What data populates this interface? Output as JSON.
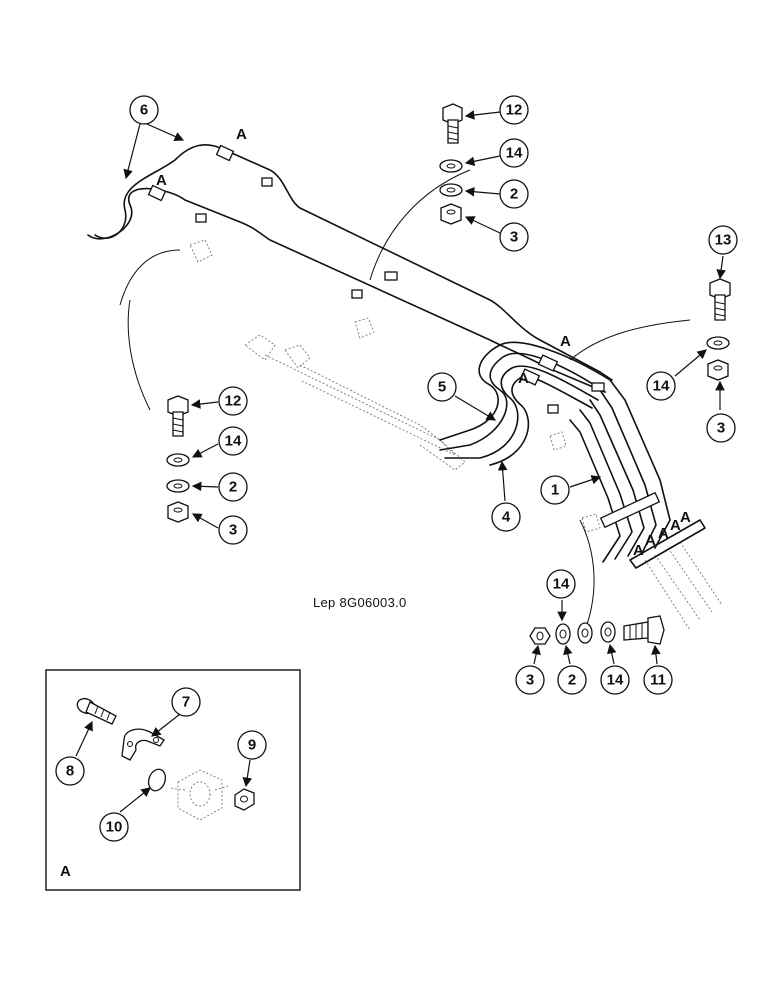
{
  "diagram": {
    "reference": "Lep 8G06003.0",
    "detail_label": "A",
    "detail_markers": [
      "A",
      "A",
      "A",
      "A",
      "A",
      "A",
      "A",
      "A",
      "A"
    ],
    "callouts": [
      "1",
      "2",
      "3",
      "4",
      "5",
      "6",
      "7",
      "8",
      "9",
      "10",
      "11",
      "12",
      "13",
      "14"
    ],
    "callout_instances": {
      "c12_top": "12",
      "c14_top": "14",
      "c2_top": "2",
      "c3_top": "3",
      "c6": "6",
      "c13": "13",
      "c14_right": "14",
      "c3_right": "3",
      "c12_left": "12",
      "c14_left": "14",
      "c2_left": "2",
      "c3_left": "3",
      "c5": "5",
      "c4": "4",
      "c1": "1",
      "c14_bottom_top": "14",
      "c3_bottom": "3",
      "c2_bottom": "2",
      "c14_bottom": "14",
      "c11": "11",
      "c7": "7",
      "c8": "8",
      "c9": "9",
      "c10": "10"
    }
  }
}
